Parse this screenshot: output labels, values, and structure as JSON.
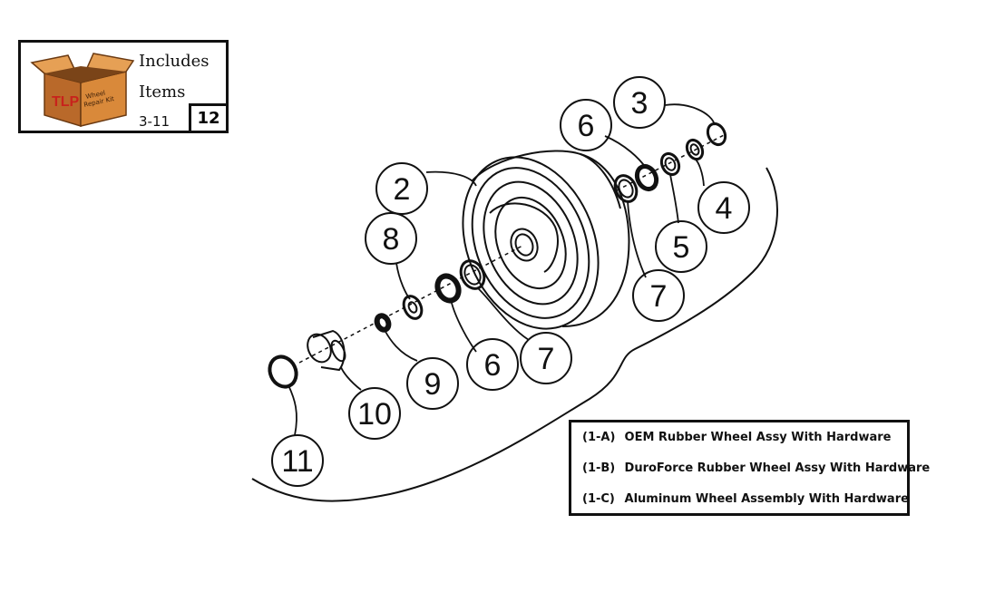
{
  "kit": {
    "line1": "Includes",
    "line2": "Items",
    "line3": "3-11",
    "count": "12",
    "box_text": {
      "brand": "TLP",
      "label": "Wheel Repair Kit"
    }
  },
  "callouts": {
    "c2": "2",
    "c3": "3",
    "c4": "4",
    "c5": "5",
    "c6_upper": "6",
    "c6_lower": "6",
    "c7_right": "7",
    "c7_lower": "7",
    "c8": "8",
    "c9": "9",
    "c10": "10",
    "c11": "11"
  },
  "legend": [
    {
      "code": "(1-A)",
      "text": "OEM Rubber Wheel Assy With Hardware"
    },
    {
      "code": "(1-B)",
      "text": "DuroForce Rubber Wheel Assy With Hardware"
    },
    {
      "code": "(1-C)",
      "text": "Aluminum Wheel Assembly With Hardware"
    }
  ],
  "colors": {
    "line": "#111111",
    "box_cardboard": "#d9893a",
    "box_dark": "#a65a1e",
    "brand_red": "#c8221c"
  }
}
